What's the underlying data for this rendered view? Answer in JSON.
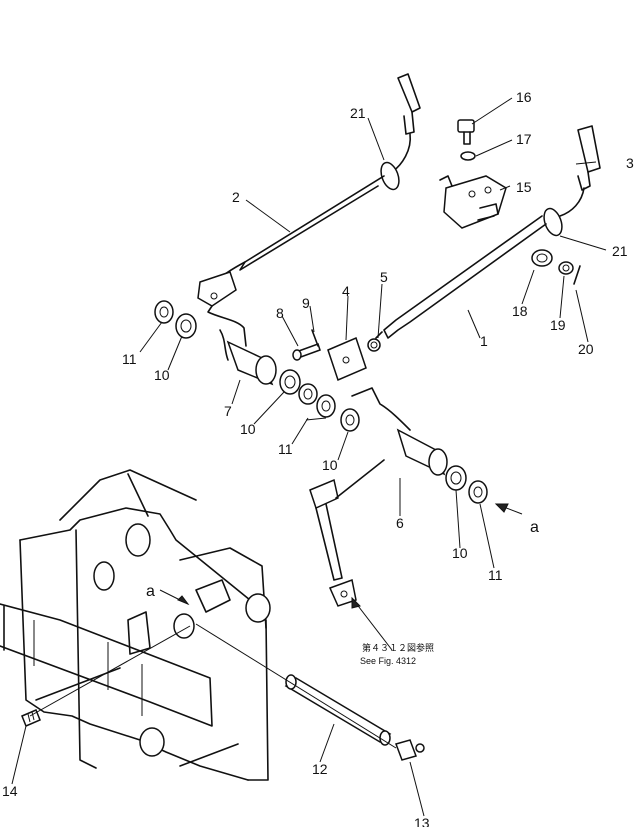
{
  "callouts": [
    "1",
    "2",
    "3",
    "4",
    "5",
    "6",
    "7",
    "8",
    "9",
    "10",
    "11",
    "12",
    "13",
    "14",
    "15",
    "16",
    "17",
    "18",
    "19",
    "20",
    "21"
  ],
  "view_label": "a",
  "reference": {
    "line1": "第４３１２図参照",
    "line2": "See Fig. 4312"
  }
}
